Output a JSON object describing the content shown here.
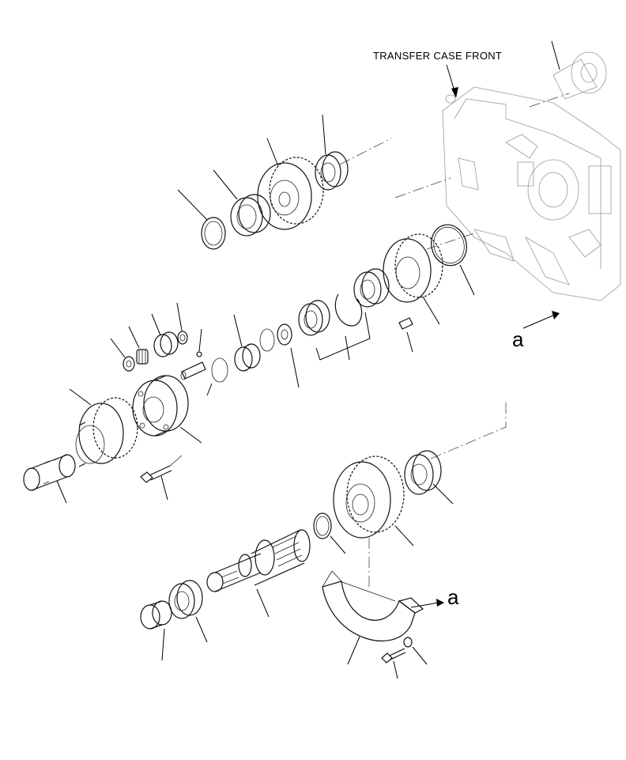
{
  "labels": {
    "transfer_case_front": "TRANSFER CASE FRONT",
    "view_a_upper": "a",
    "view_a_lower": "a"
  }
}
